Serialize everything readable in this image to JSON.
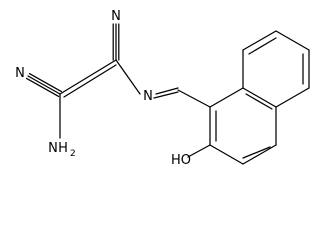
{
  "molecule": {
    "atoms": {
      "nitrile_top": "N",
      "nitrile_left": "N",
      "imine": "N",
      "amino": "H",
      "amino_sub": "2",
      "amino_n": "N",
      "hydroxyl": "HO"
    }
  }
}
